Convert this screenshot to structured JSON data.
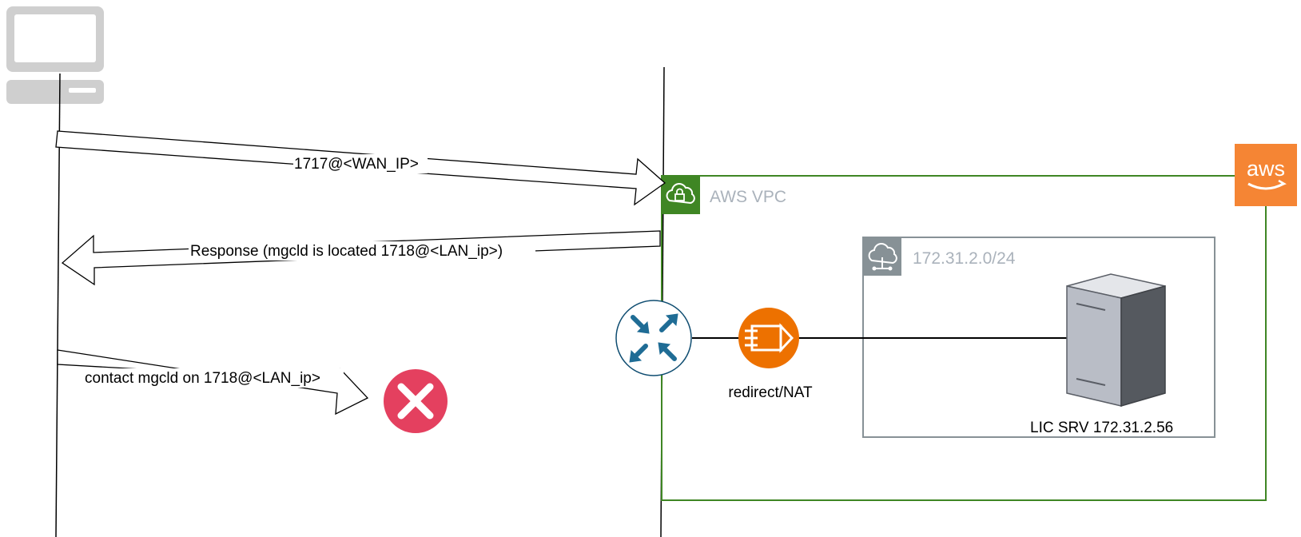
{
  "arrows": {
    "request_label": "1717@<WAN_IP>",
    "response_label": "Response (mgcld is located 1718@<LAN_ip>)",
    "contact_label": "contact mgcld on 1718@<LAN_ip>"
  },
  "vpc": {
    "label": "AWS VPC",
    "border_color": "#3f8624"
  },
  "subnet": {
    "label": "172.31.2.0/24",
    "border_color": "#879196"
  },
  "nat": {
    "label": "redirect/NAT",
    "color": "#ed7100"
  },
  "server": {
    "label": "LIC SRV 172.31.2.56"
  },
  "aws_logo": {
    "text": "aws",
    "color": "#f58534"
  },
  "icons": {
    "client": "desktop-computer-icon",
    "router": "router-icon",
    "nat": "nat-gateway-icon",
    "server": "server-icon",
    "error": "error-cross-icon",
    "vpc": "cloud-lock-icon",
    "subnet": "cloud-network-icon"
  },
  "colors": {
    "error": "#e4405f",
    "router": "#0f4d71"
  }
}
